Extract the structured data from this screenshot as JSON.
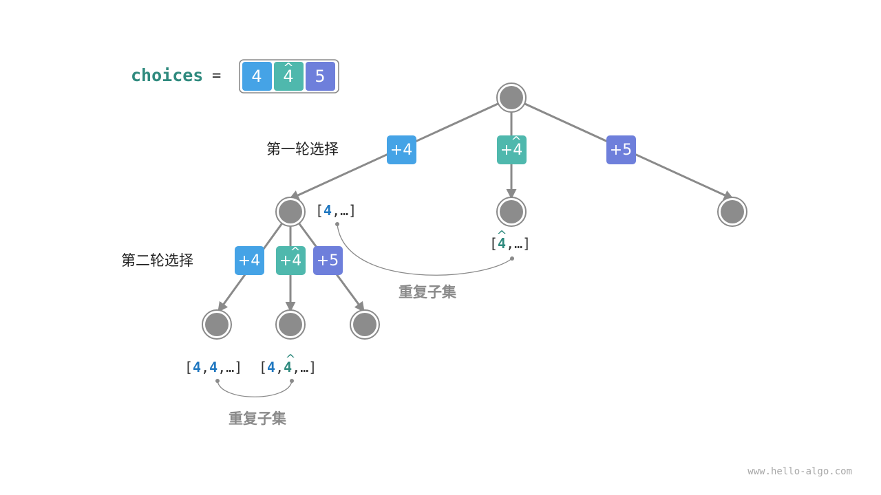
{
  "choices": {
    "label": "choices",
    "equals": "=",
    "items": [
      {
        "text": "4",
        "hat": "",
        "color": "#45a3e6"
      },
      {
        "text": "4",
        "hat": "^",
        "color": "#4fb8ad"
      },
      {
        "text": "5",
        "hat": "",
        "color": "#6e7fdb"
      }
    ]
  },
  "rounds": {
    "first": "第一轮选择",
    "second": "第二轮选择"
  },
  "badges": {
    "level1": [
      {
        "text": "+4",
        "hat": "",
        "color": "#45a3e6"
      },
      {
        "text": "+4",
        "hat": "^",
        "color": "#4fb8ad"
      },
      {
        "text": "+5",
        "hat": "",
        "color": "#6e7fdb"
      }
    ],
    "level2": [
      {
        "text": "+4",
        "hat": "",
        "color": "#45a3e6"
      },
      {
        "text": "+4",
        "hat": "^",
        "color": "#4fb8ad"
      },
      {
        "text": "+5",
        "hat": "",
        "color": "#6e7fdb"
      }
    ]
  },
  "subsets": {
    "a": {
      "open": "[",
      "v1": "4",
      "sep": ",",
      "rest": "…]"
    },
    "b": {
      "open": "[",
      "v1": "4",
      "hat": "^",
      "sep": ",",
      "rest": "…]"
    },
    "c": {
      "open": "[",
      "v1": "4",
      "sep1": ",",
      "v2": "4",
      "sep2": ",",
      "rest": "…]"
    },
    "d": {
      "open": "[",
      "v1": "4",
      "sep1": ",",
      "v2": "4",
      "hat": "^",
      "sep2": ",",
      "rest": "…]"
    }
  },
  "duplicate_label": "重复子集",
  "duplicate_label_2": "重复子集",
  "watermark": "www.hello-algo.com"
}
